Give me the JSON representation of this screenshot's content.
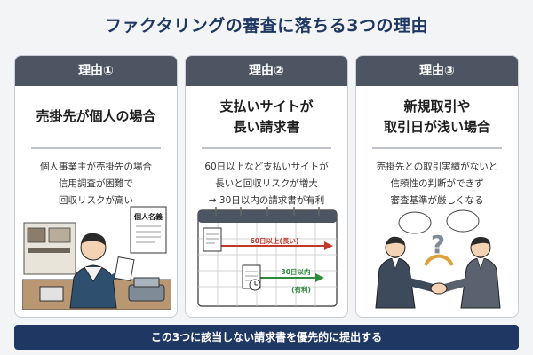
{
  "page": {
    "title": "ファクタリングの審査に落ちる3つの理由"
  },
  "cards": [
    {
      "label": "理由①",
      "heading": [
        "売掛先が個人の場合"
      ],
      "description": [
        "個人事業主が売掛先の場合",
        "信用調査が困難で",
        "回収リスクが高い"
      ],
      "illustration": {
        "sign_text": "個人名義",
        "icon": "person-with-document-illustration"
      }
    },
    {
      "label": "理由②",
      "heading": [
        "支払いサイトが",
        "長い請求書"
      ],
      "description": [
        "60日以上など支払いサイトが",
        "長いと回収リスクが増大",
        "→ 30日以内の請求書が有利"
      ],
      "illustration": {
        "long_label": "60日以上(長い)",
        "short_label": "30日以内",
        "short_note": "(有利)",
        "icon": "calendar-illustration"
      }
    },
    {
      "label": "理由③",
      "heading": [
        "新規取引や",
        "取引日が浅い場合"
      ],
      "description": [
        "売掛先との取引実績がないと",
        "信頼性の判断ができず",
        "審査基準が厳しくなる"
      ],
      "illustration": {
        "icon": "handshake-illustration"
      }
    }
  ],
  "banner": {
    "text": "この3つに該当しない請求書を優先的に提出する"
  },
  "colors": {
    "title": "#1f3763",
    "card_header": "#4d5563",
    "banner": "#1f3763",
    "long_arrow": "#c0392b",
    "short_arrow": "#2e8b3e"
  }
}
